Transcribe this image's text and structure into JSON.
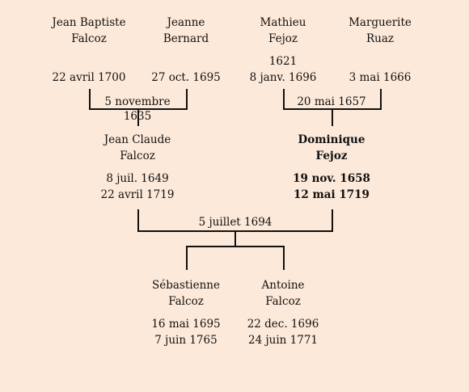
{
  "people": {
    "jean_baptiste": {
      "first": "Jean Baptiste",
      "last": "Falcoz",
      "date1": "22 avril 1700",
      "date2": ""
    },
    "jeanne": {
      "first": "Jeanne",
      "last": "Bernard",
      "date1": "27 oct. 1695",
      "date2": ""
    },
    "mathieu": {
      "first": "Mathieu",
      "last": "Fejoz",
      "date1": "1621",
      "date2": "8 janv. 1696"
    },
    "marguerite": {
      "first": "Marguerite",
      "last": "Ruaz",
      "date1": "3 mai 1666",
      "date2": ""
    },
    "jean_claude": {
      "first": "Jean Claude",
      "last": "Falcoz",
      "date1": "8 juil. 1649",
      "date2": "22 avril 1719"
    },
    "dominique": {
      "first": "Dominique",
      "last": "Fejoz",
      "date1": "19 nov. 1658",
      "date2": "12 mai 1719"
    },
    "sebastienne": {
      "first": "Sébastienne",
      "last": "Falcoz",
      "date1": "16 mai 1695",
      "date2": "7 juin 1765"
    },
    "antoine": {
      "first": "Antoine",
      "last": "Falcoz",
      "date1": "22 dec. 1696",
      "date2": "24 juin 1771"
    }
  },
  "marriages": {
    "falcoz_bernard": "5 novembre 1635",
    "fejoz_ruaz": "20 mai 1657",
    "falcoz_fejoz": "5 juillet 1694"
  },
  "colors": {
    "background": "#fde9d9",
    "line": "#111111"
  }
}
